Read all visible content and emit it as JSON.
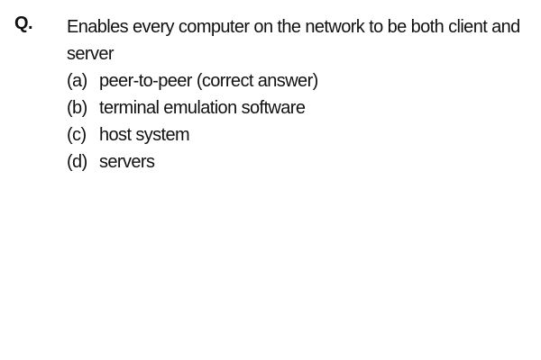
{
  "question": {
    "marker": "Q.",
    "text": "Enables every computer on the network to be both client and server",
    "options": [
      {
        "letter": "(a)",
        "text": "peer-to-peer (correct answer)"
      },
      {
        "letter": "(b)",
        "text": "terminal emulation software"
      },
      {
        "letter": "(c)",
        "text": "host system"
      },
      {
        "letter": "(d)",
        "text": "servers"
      }
    ]
  }
}
